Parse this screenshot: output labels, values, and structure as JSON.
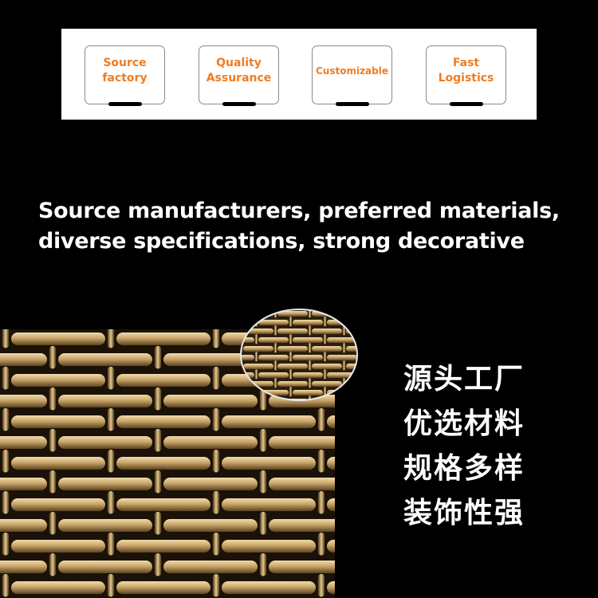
{
  "badges": [
    {
      "label": "Source\nfactory"
    },
    {
      "label": "Quality\nAssurance"
    },
    {
      "label": "Customizable"
    },
    {
      "label": "Fast\nLogistics"
    }
  ],
  "headline": {
    "line1": "Source manufacturers, preferred materials,",
    "line2": "diverse specifications, strong decorative"
  },
  "chinese_features": [
    "源头工厂",
    "优选材料",
    "规格多样",
    "装饰性强"
  ],
  "colors": {
    "accent": "#f07c22",
    "background": "#000000",
    "mesh_metal": "#c9a56a"
  }
}
